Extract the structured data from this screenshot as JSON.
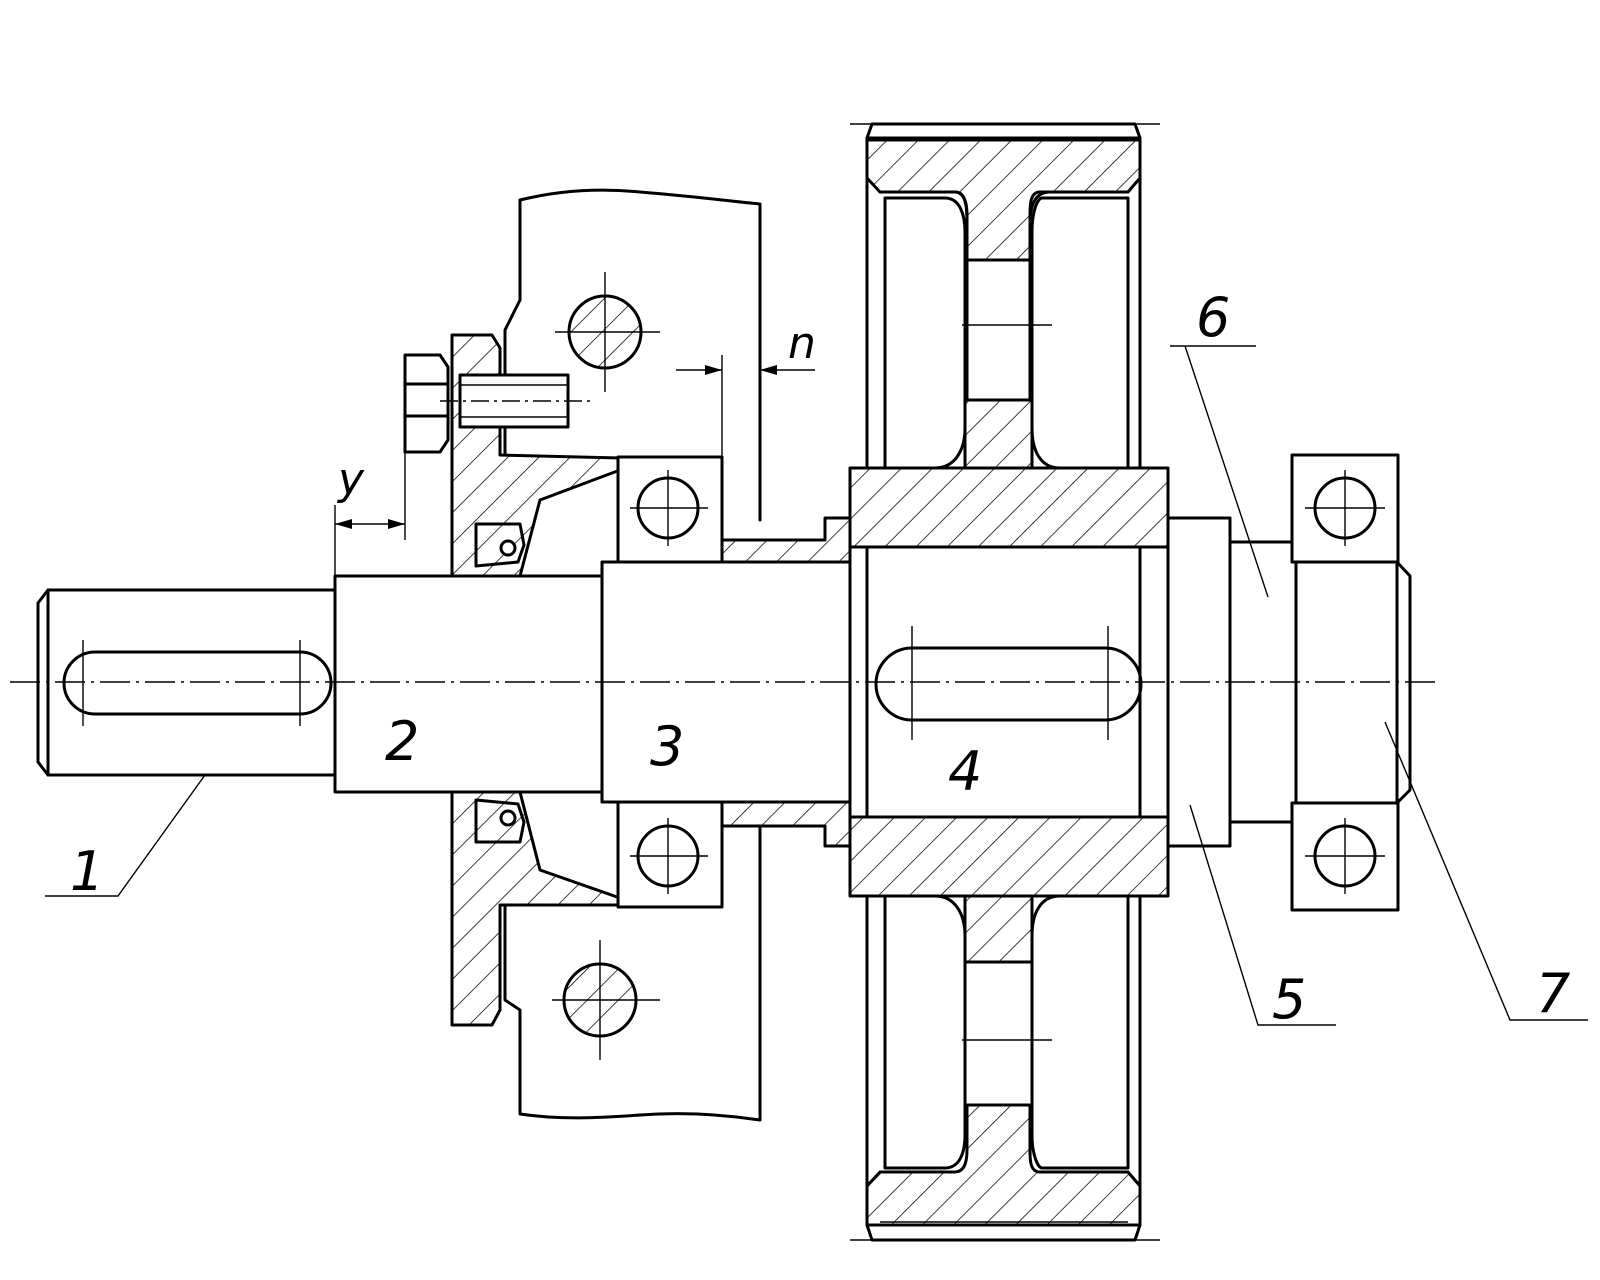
{
  "labels": {
    "shaft_segments": [
      "1",
      "2",
      "3",
      "4",
      "5",
      "6",
      "7"
    ],
    "gap_y": "y",
    "gap_n": "n"
  },
  "colors": {
    "line": "#000000",
    "background": "#ffffff"
  }
}
